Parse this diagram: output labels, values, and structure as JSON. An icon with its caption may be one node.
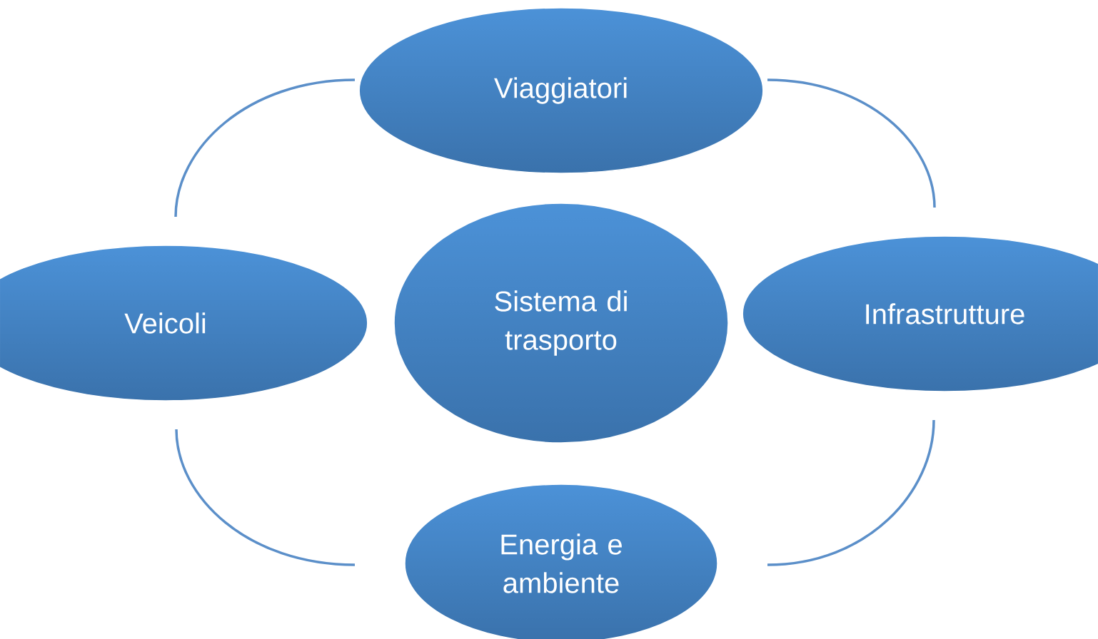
{
  "diagram": {
    "nodes": [
      {
        "text": [
          "Viaggiatori"
        ]
      },
      {
        "text": [
          "Veicoli"
        ]
      },
      {
        "text": [
          "Sistema di trasporto"
        ]
      },
      {
        "text": [
          "Infrastrutture"
        ]
      },
      {
        "text": [
          "Energia e ambiente"
        ]
      }
    ],
    "edges": [
      {
        "from": 0,
        "to": 1,
        "arrow": "none"
      },
      {
        "from": 0,
        "to": 3,
        "arrow": "none"
      },
      {
        "from": 4,
        "to": 1,
        "arrow": "none"
      },
      {
        "from": 4,
        "to": 3,
        "arrow": "none"
      }
    ]
  }
}
